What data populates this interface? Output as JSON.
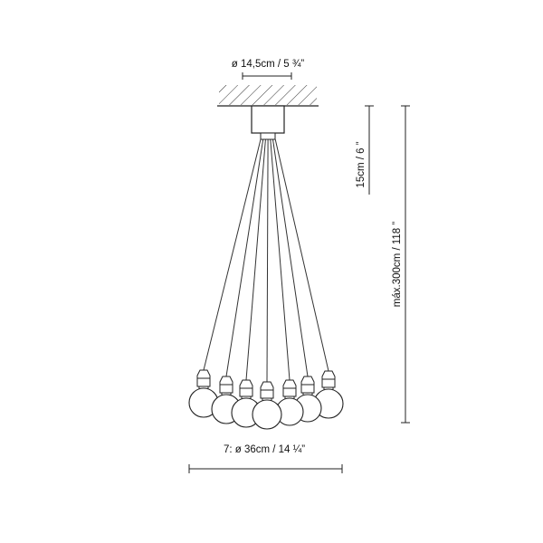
{
  "canopy_diameter": "ø 14,5cm / 5 ¾”",
  "canopy_height": "15cm / 6 ”",
  "max_height": "máx.300cm / 118 ”",
  "spread": "7:  ø 36cm / 14 ¼”",
  "bulb_count": 7
}
